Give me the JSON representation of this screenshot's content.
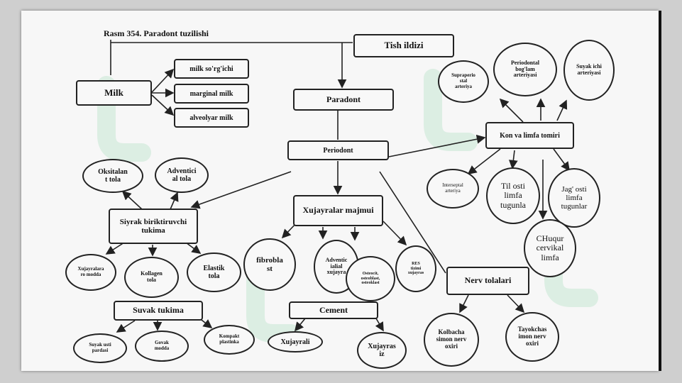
{
  "title": "Rasm 354. Paradont tuzilishi",
  "nodes": {
    "tish_ildizi": "Tish ildizi",
    "milk": "Milk",
    "milk_sorgichi": "milk so'rg'ichi",
    "marginal_milk": "marginal milk",
    "alveolyar_milk": "alveolyar milk",
    "paradont": "Paradont",
    "periodont": "Periodont",
    "kon_limfa": "Kon va limfa tomiri",
    "supraperiostal": "Supraperio\nstal\narteriya",
    "periodontal_boglam": "Periodontal\nbog'lam\narteriyasi",
    "suyak_ichi": "Suyak ichi\narteriyasi",
    "interseptal": "Interseptal\narteriya",
    "til_osti": "Til osti\nlimfa\ntugunla",
    "jag_osti": "Jag' osti\nlimfa\ntugunlar",
    "chuqur": "CHuqur\ncervikal\nlimfa",
    "oksitalan": "Oksitalan\nt tola",
    "adventitsial_tola": "Adventici\nal tola",
    "siyrak": "Siyrak biriktiruvchi\ntukima",
    "xujayralararo": "Xujayralara\nro modda",
    "kollagen": "Kollagen\ntola",
    "elastik": "Elastik\ntola",
    "xujayralar_majmui": "Xujayralar majmui",
    "fibroblast": "fibrobla\nst",
    "adventitsial_xujayra": "Adventic\nialial\nxujayra",
    "osteotsit": "Osteocit,\nosteoblast,\nosteoklast",
    "res": "RES\ntizimi\nxujayras",
    "nerv": "Nerv tolalari",
    "kolbacha": "Kolbacha\nsimon nerv\noxiri",
    "tayokchasimon": "Tayokchas\nimon nerv\noxiri",
    "suyak_tukima": "Suvak tukima",
    "suyak_usti": "Suyak usti\npardasi",
    "govak": "Govak\nmodda",
    "kompakt": "Kompakt\nplastinka",
    "cement": "Cement",
    "xujayrali": "Xujayrali",
    "xujayrasiz": "Xujayras\niz"
  },
  "colors": {
    "stroke": "#222222",
    "node_fill": "#f8f8f8",
    "slide": "#f7f7f7",
    "watermark": "#7fd1a0"
  }
}
